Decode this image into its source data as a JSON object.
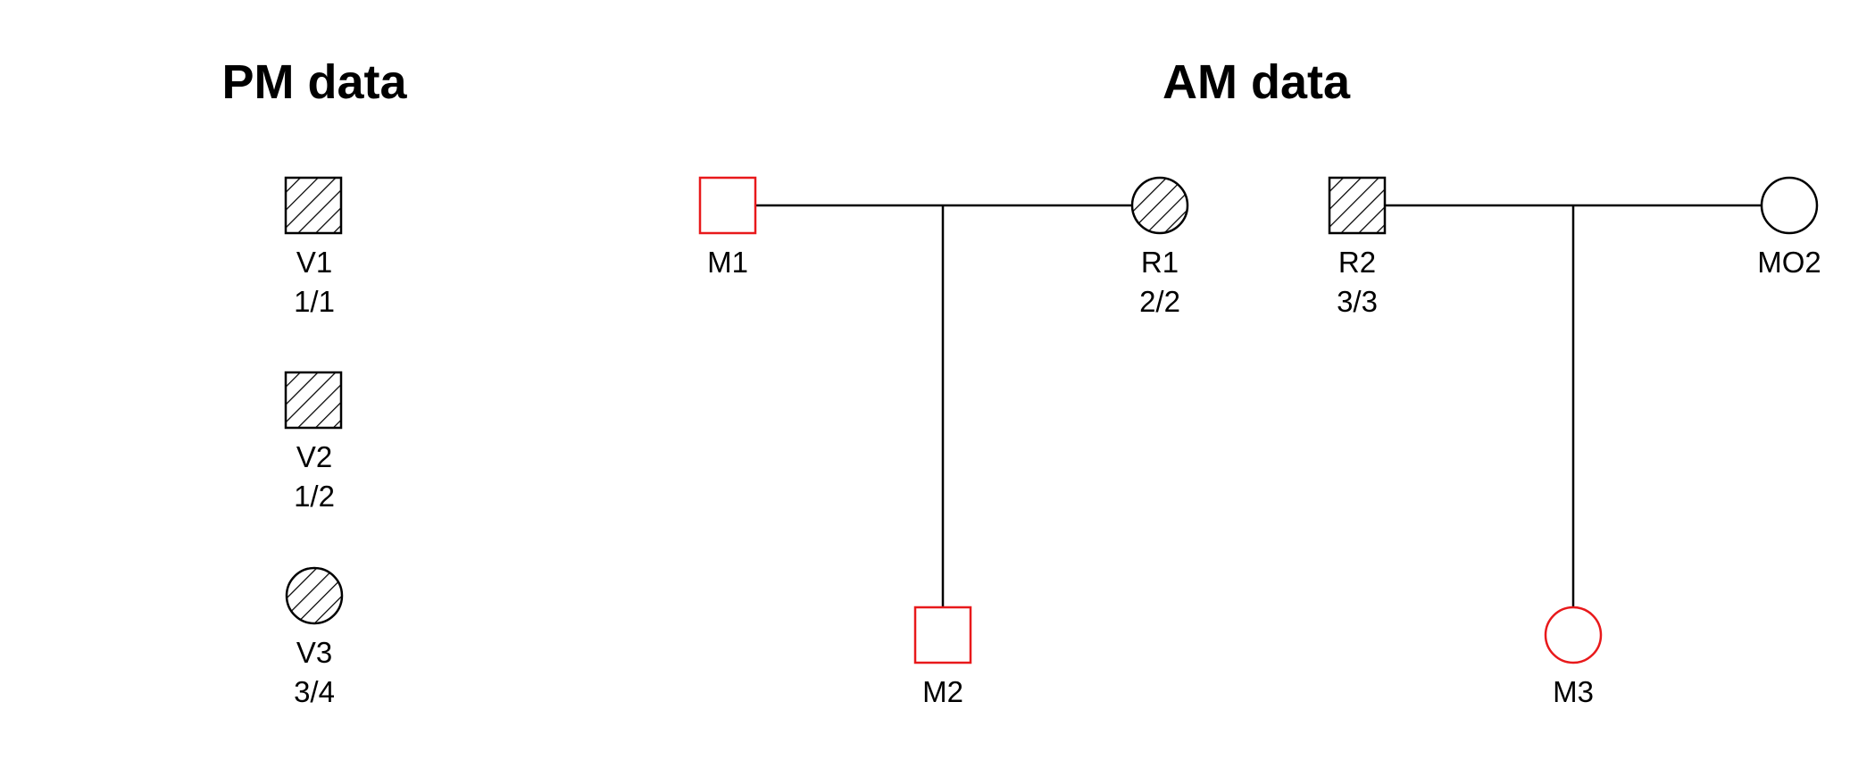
{
  "titles": {
    "pm": "PM data",
    "am": "AM data"
  },
  "colors": {
    "line": "#000000",
    "missing": "#e8191b",
    "background": "#ffffff"
  },
  "pm_individuals": [
    {
      "id": "V1",
      "sex": "male",
      "affected": true,
      "genotype": "1/1"
    },
    {
      "id": "V2",
      "sex": "male",
      "affected": true,
      "genotype": "1/2"
    },
    {
      "id": "V3",
      "sex": "female",
      "affected": true,
      "genotype": "3/4"
    }
  ],
  "am_individuals": [
    {
      "id": "M1",
      "sex": "male",
      "affected": false,
      "missing": true,
      "genotype": ""
    },
    {
      "id": "R1",
      "sex": "female",
      "affected": true,
      "missing": false,
      "genotype": "2/2"
    },
    {
      "id": "M2",
      "sex": "male",
      "affected": false,
      "missing": true,
      "genotype": ""
    },
    {
      "id": "R2",
      "sex": "male",
      "affected": true,
      "missing": false,
      "genotype": "3/3"
    },
    {
      "id": "MO2",
      "sex": "female",
      "affected": false,
      "missing": false,
      "genotype": ""
    },
    {
      "id": "M3",
      "sex": "female",
      "affected": false,
      "missing": true,
      "genotype": ""
    }
  ]
}
